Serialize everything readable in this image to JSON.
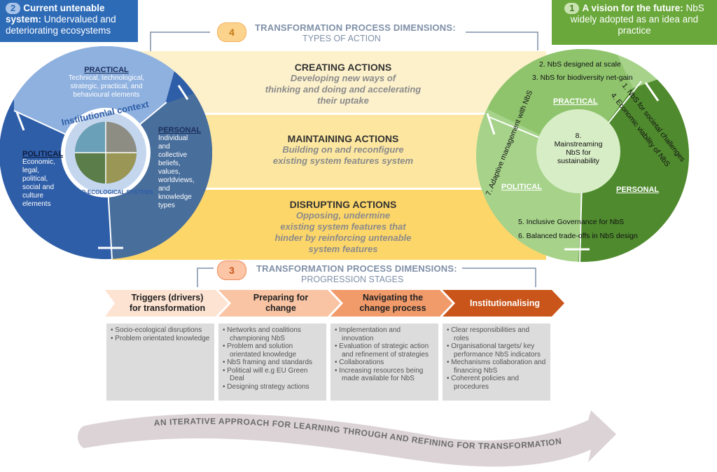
{
  "left_box": {
    "number": "2",
    "bold": "Current untenable system:",
    "rest": "Undervalued and deteriorating ecosystems",
    "color": "#2e6bb7"
  },
  "right_box": {
    "number": "1",
    "bold": "A vision for the future:",
    "rest": "NbS widely adopted as an idea and practice",
    "color": "#6aa83b"
  },
  "types": {
    "number": "4",
    "title": "TRANSFORMATION PROCESS DIMENSIONS:",
    "subtitle": "TYPES OF ACTION"
  },
  "bands": [
    {
      "title": "CREATING ACTIONS",
      "sub1": "Developing new ways of",
      "sub2": "thinking and doing and accelerating",
      "sub3": "their uptake"
    },
    {
      "title": "MAINTAINING ACTIONS",
      "sub1": "Building on and reconfigure",
      "sub2": "existing system features system"
    },
    {
      "title": "DISRUPTING ACTIONS",
      "sub1": "Opposing, undermine",
      "sub2": "existing system features that",
      "sub3": "hinder by reinforcing untenable",
      "sub4": "system features"
    }
  ],
  "left_circle": {
    "practical_title": "PRACTICAL",
    "practical_text": [
      "Technical, technological,",
      "strategic, practical, and",
      "behavioural elements"
    ],
    "personal_title": "PERSONAL",
    "personal_text": [
      "Individual",
      "and",
      "collective",
      "beliefs,",
      "values,",
      "worldviews,",
      "and",
      "knowledge",
      "types"
    ],
    "political_title": "POLITICAL",
    "political_text": [
      "Economic,",
      "legal,",
      "political,",
      "social and",
      "culture",
      "elements"
    ],
    "context_top": "Institution\\al context",
    "context_bottom": "OF SOCIO-ECOLOGICAL SYSTEMS"
  },
  "right_circle": {
    "item2": "2. NbS designed at scale",
    "item3": "3. NbS for biodiversity net-gain",
    "item1": "1. NbS for societal challenges",
    "item4": "4. Economic viability of NbS",
    "item7": "7. Adaptive management with NbS",
    "item5": "5. Inclusive Governance for NbS",
    "item6": "6. Balanced trade-offs in NbS design",
    "center": [
      "8.",
      "Mainstreaming",
      "NbS for",
      "sustainability"
    ],
    "practical": "PRACTICAL",
    "political": "POLITICAL",
    "personal": "PERSONAL"
  },
  "progression": {
    "number": "3",
    "title": "TRANSFORMATION PROCESS DIMENSIONS:",
    "subtitle": "PROGRESSION STAGES"
  },
  "stages": [
    {
      "title1": "Triggers (drivers)",
      "title2": "for transformation",
      "color": "#fde3d2",
      "items": [
        "Socio-ecological disruptions",
        "Problem orientated knowledge"
      ]
    },
    {
      "title1": "Preparing for",
      "title2": "change",
      "color": "#f9c4a3",
      "items": [
        "Networks and coalitions championing NbS",
        "Problem and solution orientated knowledge",
        "NbS framing and standards",
        "Political will e.g EU Green Deal",
        "Designing strategy actions"
      ]
    },
    {
      "title1": "Navigating the",
      "title2": "change process",
      "color": "#f19a6a",
      "items": [
        "Implementation and innovation",
        "Evaluation of strategic action and refinement of strategies",
        "Collaborations",
        "Increasing resources being made available for NbS"
      ]
    },
    {
      "title1": "Institutionalising",
      "title2": "",
      "color": "#c9551a",
      "items": [
        "Clear responsibilities and roles",
        "Organisational targets/ key performance NbS indicators",
        "Mechanisms collaboration and financing NbS",
        "Coherent policies and procedures"
      ]
    }
  ],
  "iterative_arrow": "AN ITERATIVE APPROACH FOR LEARNING THROUGH AND REFINING FOR TRANSFORMATION"
}
